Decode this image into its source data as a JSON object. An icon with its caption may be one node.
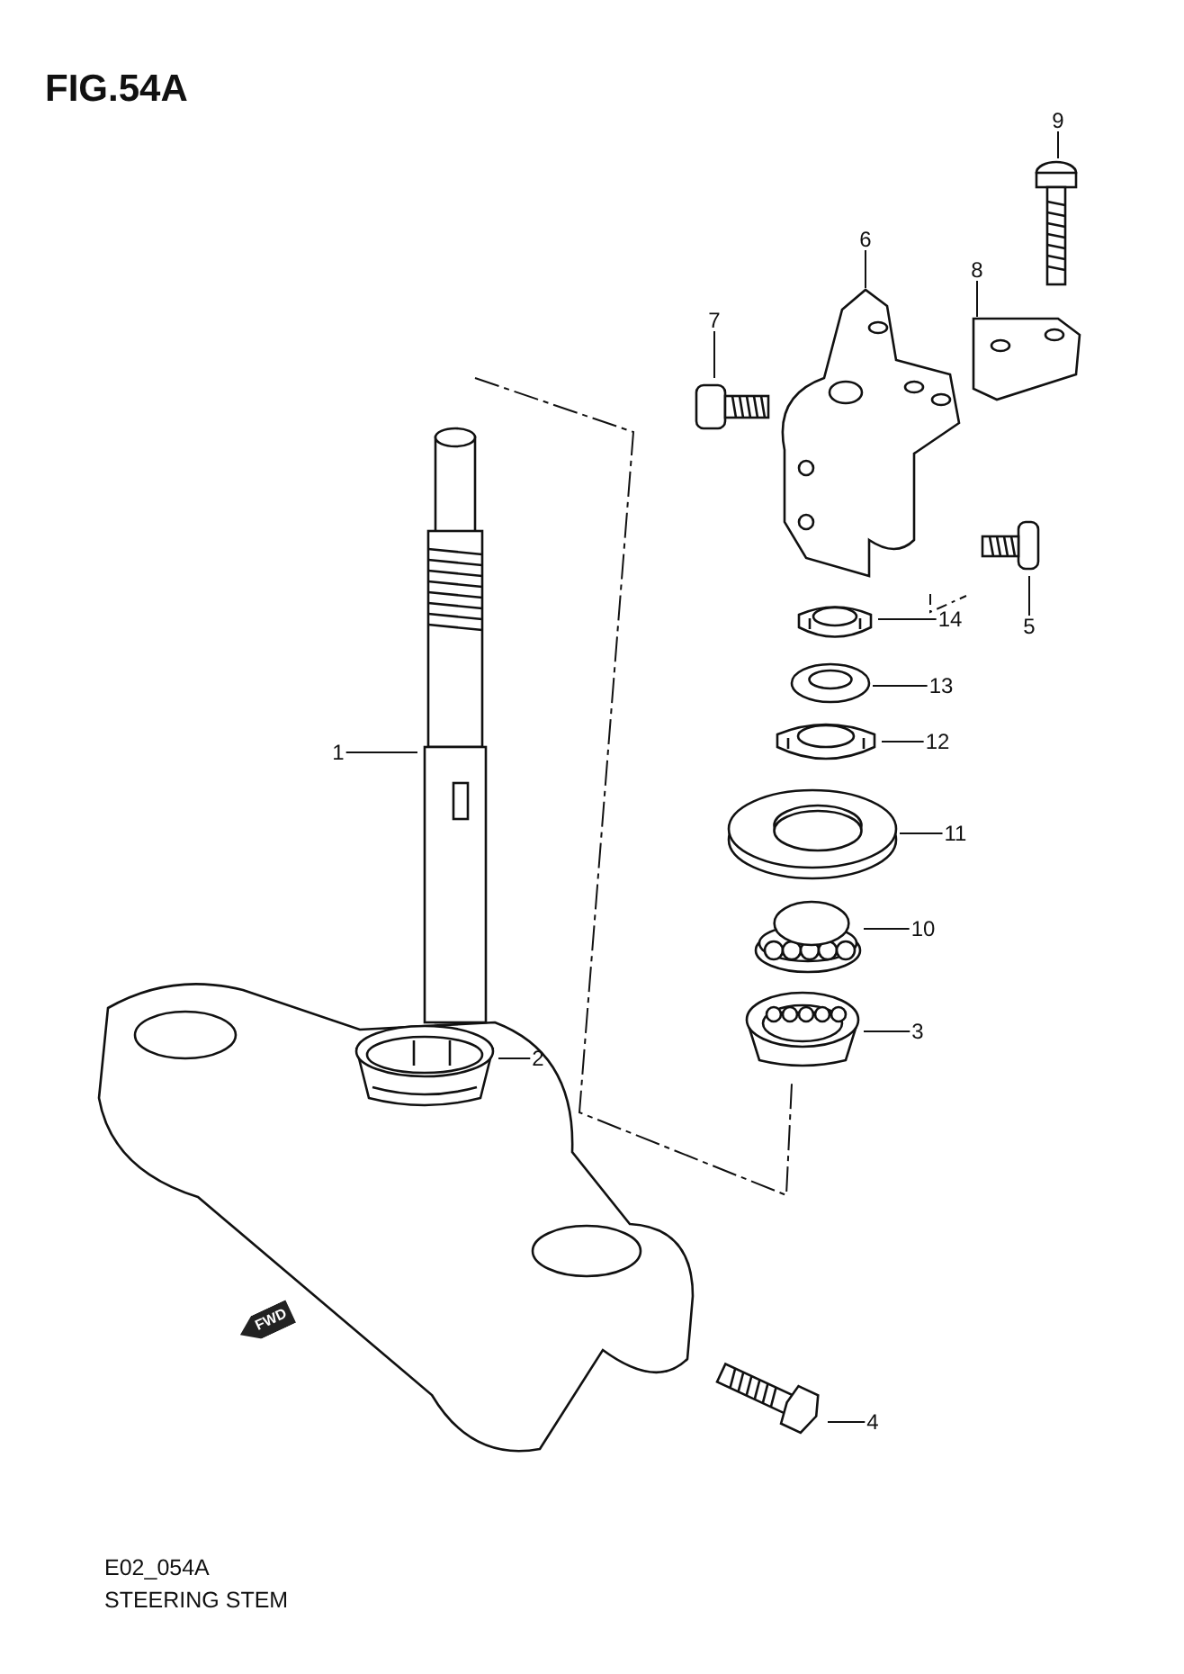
{
  "diagram": {
    "title": "FIG.54A",
    "nodes": [
      {
        "text": [
          "9"
        ]
      },
      {
        "text": [
          "6"
        ]
      },
      {
        "text": [
          "8"
        ]
      },
      {
        "text": [
          "7"
        ]
      },
      {
        "text": [
          "14"
        ]
      },
      {
        "text": [
          "5"
        ]
      },
      {
        "text": [
          "13"
        ]
      },
      {
        "text": [
          "1"
        ]
      },
      {
        "text": [
          "12"
        ]
      },
      {
        "text": [
          "11"
        ]
      },
      {
        "text": [
          "10"
        ]
      },
      {
        "text": [
          "3"
        ]
      },
      {
        "text": [
          "2"
        ]
      },
      {
        "text": [
          "4"
        ]
      },
      {
        "text": [],
        "shape": "picture"
      },
      {
        "text": [],
        "shape": "picture"
      },
      {
        "text": [],
        "shape": "picture"
      },
      {
        "text": [],
        "shape": "picture"
      },
      {
        "text": [],
        "shape": "picture"
      },
      {
        "text": [],
        "shape": "picture"
      },
      {
        "text": [],
        "shape": "picture"
      },
      {
        "text": [],
        "shape": "picture"
      },
      {
        "text": [],
        "shape": "picture"
      },
      {
        "text": [],
        "shape": "picture"
      },
      {
        "text": [],
        "shape": "picture"
      },
      {
        "text": [],
        "shape": "picture"
      },
      {
        "text": [],
        "shape": "picture"
      },
      {
        "text": [],
        "shape": "picture"
      }
    ],
    "edges": [
      {
        "from": 0,
        "to": 14,
        "arrow": "none"
      },
      {
        "from": 1,
        "to": 15,
        "arrow": "none"
      },
      {
        "from": 2,
        "to": 16,
        "arrow": "none"
      },
      {
        "from": 3,
        "to": 17,
        "arrow": "none"
      },
      {
        "from": 4,
        "to": 18,
        "arrow": "none"
      },
      {
        "from": 5,
        "to": 19,
        "arrow": "none"
      },
      {
        "from": 6,
        "to": 20,
        "arrow": "none"
      },
      {
        "from": 7,
        "to": 21,
        "arrow": "none"
      },
      {
        "from": 8,
        "to": 22,
        "arrow": "none"
      },
      {
        "from": 9,
        "to": 23,
        "arrow": "none"
      },
      {
        "from": 10,
        "to": 24,
        "arrow": "none"
      },
      {
        "from": 11,
        "to": 25,
        "arrow": "none"
      },
      {
        "from": 12,
        "to": 26,
        "arrow": "none"
      },
      {
        "from": 13,
        "to": 27,
        "arrow": "none"
      }
    ],
    "labels": [
      "FWD",
      "E02_054A",
      "STEERING STEM"
    ]
  }
}
